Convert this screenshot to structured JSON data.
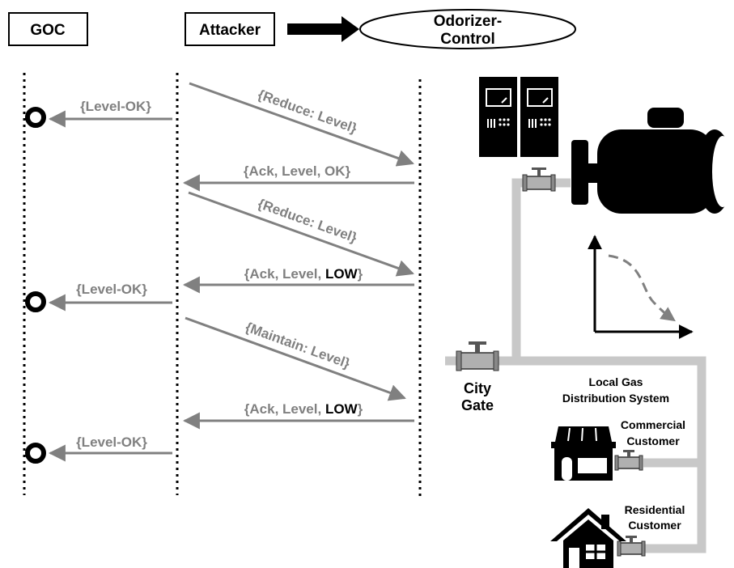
{
  "participants": {
    "goc": "GOC",
    "attacker": "Attacker",
    "odorizer_line1": "Odorizer-",
    "odorizer_line2": "Control"
  },
  "messages": {
    "m1": "{Level-OK}",
    "m2": "{Reduce: Level}",
    "m3": "{Ack, Level, OK}",
    "m4": "{Reduce: Level}",
    "m5_prefix": "{Ack, Level, ",
    "m5_highlight": "LOW",
    "m5_suffix": "}",
    "m6": "{Level-OK}",
    "m7": "{Maintain: Level}",
    "m8_prefix": "{Ack, Level, ",
    "m8_highlight": "LOW",
    "m8_suffix": "}",
    "m9": "{Level-OK}"
  },
  "labels": {
    "city_gate_line1": "City",
    "city_gate_line2": "Gate",
    "lgds_line1": "Local Gas",
    "lgds_line2": "Distribution System",
    "commercial_line1": "Commercial",
    "commercial_line2": "Customer",
    "residential_line1": "Residential",
    "residential_line2": "Customer"
  },
  "colors": {
    "message_gray": "#808080",
    "pipe_gray": "#c8c8c8",
    "highlight": "#000000",
    "event_ring": "#1a237e"
  },
  "icons": [
    "odorizer-controller-icon",
    "gas-tank-icon",
    "valve-icon",
    "decline-trend-icon",
    "storefront-icon",
    "house-icon",
    "event-marker-icon"
  ]
}
